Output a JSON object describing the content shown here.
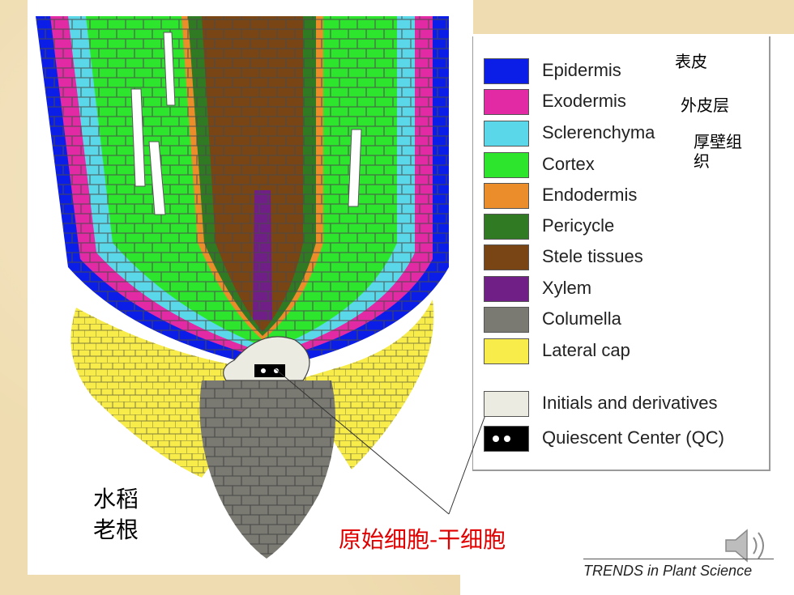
{
  "legend": {
    "items": [
      {
        "label": "Epidermis",
        "color": "#0a1ee8"
      },
      {
        "label": "Exodermis",
        "color": "#e12aa3"
      },
      {
        "label": "Sclerenchyma",
        "color": "#5ad8ea"
      },
      {
        "label": "Cortex",
        "color": "#2de52d"
      },
      {
        "label": "Endodermis",
        "color": "#ec8d2b"
      },
      {
        "label": "Pericycle",
        "color": "#2f7a22"
      },
      {
        "label": "Stele tissues",
        "color": "#7a4514"
      },
      {
        "label": "Xylem",
        "color": "#6f1f86"
      },
      {
        "label": "Columella",
        "color": "#7b7a72"
      },
      {
        "label": "Lateral cap",
        "color": "#f7ec4a"
      }
    ],
    "extra": [
      {
        "label": "Initials and derivatives",
        "color": "#ecebe2"
      },
      {
        "label": "Quiescent Center (QC)",
        "color": "#000000"
      }
    ]
  },
  "annotations": {
    "epidermis_cn": "表皮",
    "exodermis_cn": "外皮层",
    "sclerenchyma_cn": "厚壁组\n织",
    "rice_old_root_line1": "水稻",
    "rice_old_root_line2": "老根",
    "stem_cell_label": "原始细胞-干细胞",
    "stem_cell_color": "#e00000"
  },
  "source": "TRENDS in Plant Science"
}
